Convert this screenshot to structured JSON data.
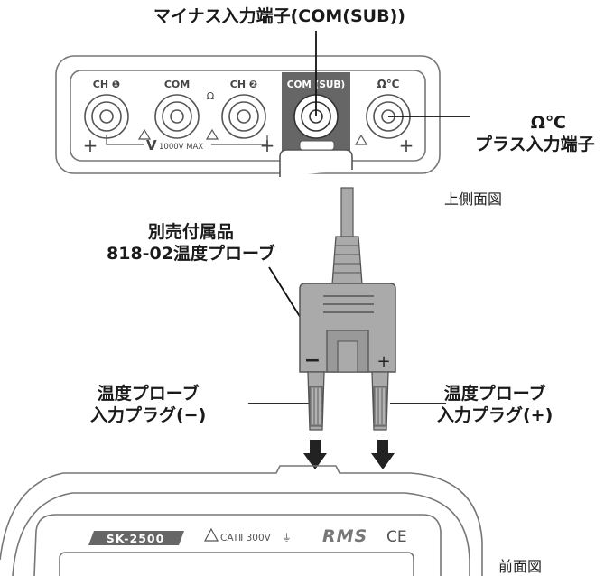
{
  "labels": {
    "minus_terminal": "マイナス入力端子(COM(SUB))",
    "plus_terminal_line1": "Ω℃",
    "plus_terminal_line2": "プラス入力端子",
    "top_view": "上側面図",
    "accessory_line1": "別売付属品",
    "accessory_line2": "818-02温度プローブ",
    "plug_minus_line1": "温度プローブ",
    "plug_minus_line2": "入力プラグ(−)",
    "plug_plus_line1": "温度プローブ",
    "plug_plus_line2": "入力プラグ(+)",
    "front_view": "前面図"
  },
  "terminals": {
    "ch1": "CH ❶",
    "com": "COM",
    "ch2": "CH ❷",
    "com_sub": "COM (SUB)",
    "ohm_c": "Ω℃",
    "ohm": "Ω",
    "plus": "+",
    "v_max": "1000V MAX",
    "v": "V"
  },
  "probe": {
    "minus": "−",
    "plus": "+"
  },
  "front": {
    "model": "SK-2500",
    "cat": "CATⅡ 300V",
    "rms": "RMS",
    "ce": "CE"
  }
}
